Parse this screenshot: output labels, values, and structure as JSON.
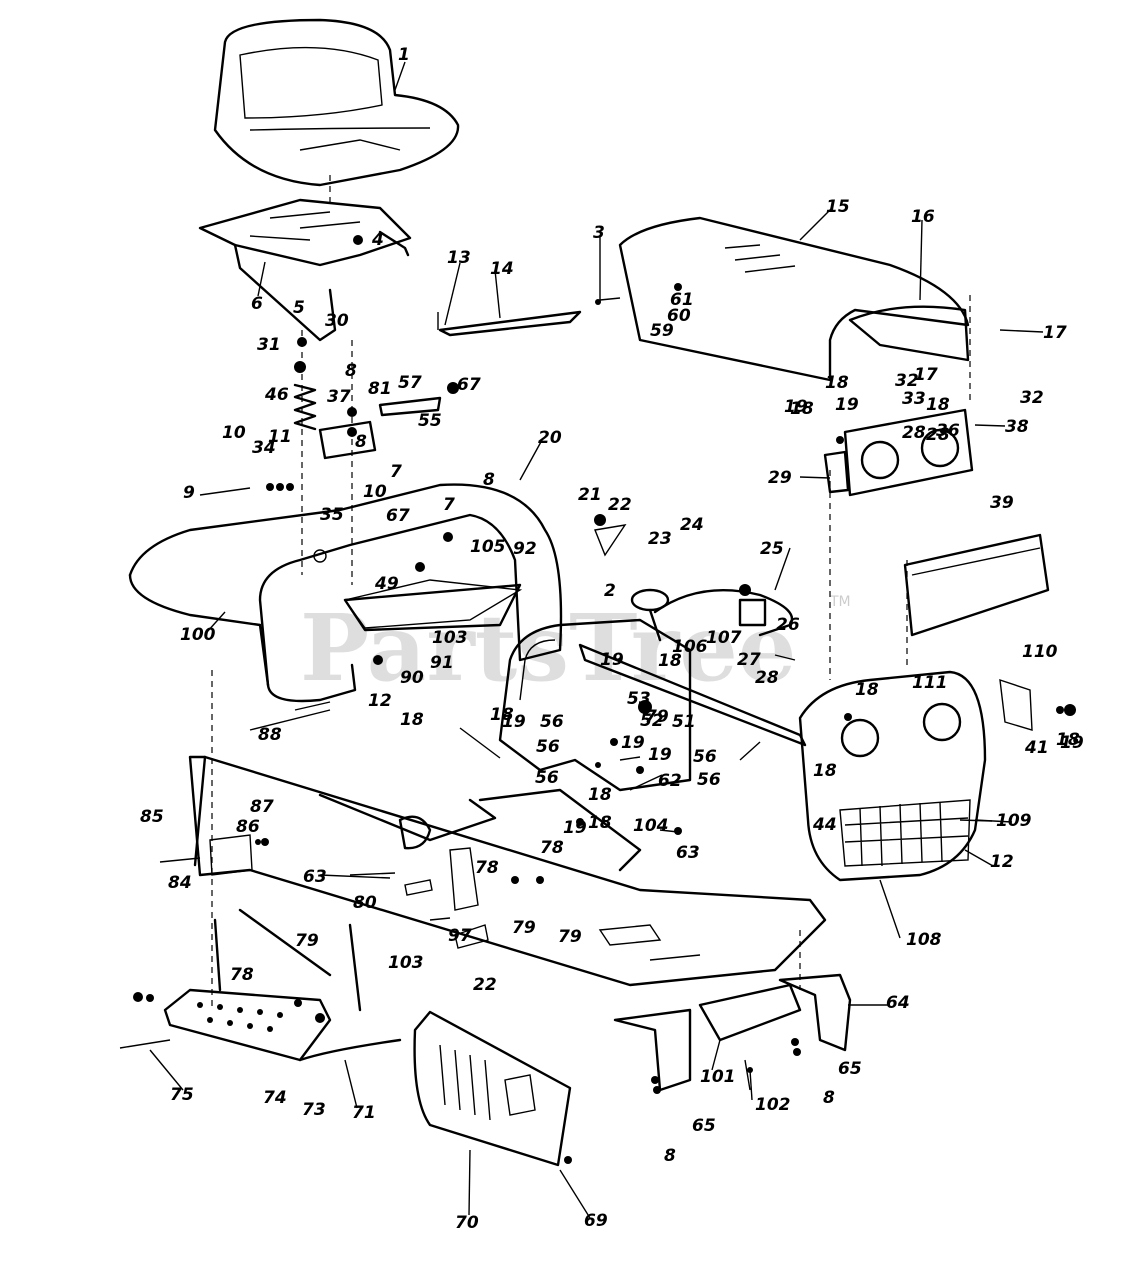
{
  "watermark": {
    "text": "PartsTree",
    "trademark": "TM"
  },
  "callouts": [
    "1",
    "2",
    "3",
    "4",
    "5",
    "6",
    "7",
    "7",
    "8",
    "8",
    "8",
    "8",
    "8",
    "9",
    "10",
    "10",
    "11",
    "12",
    "12",
    "13",
    "14",
    "15",
    "16",
    "17",
    "17",
    "18",
    "18",
    "18",
    "18",
    "18",
    "18",
    "18",
    "18",
    "18",
    "18",
    "18",
    "19",
    "19",
    "19",
    "19",
    "19",
    "19",
    "19",
    "19",
    "20",
    "21",
    "22",
    "22",
    "23",
    "24",
    "25",
    "26",
    "27",
    "28",
    "28",
    "28",
    "29",
    "30",
    "31",
    "32",
    "32",
    "33",
    "34",
    "35",
    "36",
    "37",
    "38",
    "39",
    "41",
    "44",
    "46",
    "49",
    "51",
    "52",
    "53",
    "55",
    "56",
    "56",
    "56",
    "56",
    "56",
    "57",
    "59",
    "60",
    "61",
    "62",
    "63",
    "63",
    "64",
    "65",
    "65",
    "67",
    "67",
    "69",
    "70",
    "71",
    "73",
    "74",
    "75",
    "78",
    "78",
    "78",
    "79",
    "79",
    "79",
    "79",
    "80",
    "81",
    "84",
    "85",
    "86",
    "87",
    "88",
    "90",
    "91",
    "92",
    "97",
    "100",
    "101",
    "102",
    "103",
    "103",
    "104",
    "105",
    "106",
    "107",
    "108",
    "109",
    "110",
    "111"
  ]
}
